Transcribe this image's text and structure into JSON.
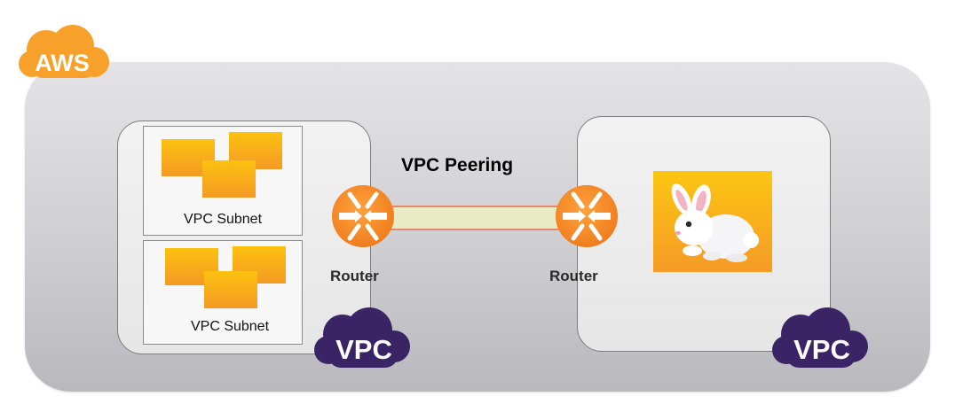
{
  "aws_badge": {
    "label": "AWS",
    "color": "#f7a12a"
  },
  "peering": {
    "label": "VPC Peering",
    "link_color": "#e9ebc7"
  },
  "left_vpc": {
    "badge": "VPC",
    "subnets": [
      {
        "label": "VPC Subnet"
      },
      {
        "label": "VPC Subnet"
      }
    ],
    "router": {
      "label": "Router"
    }
  },
  "right_vpc": {
    "badge": "VPC",
    "router": {
      "label": "Router"
    },
    "resource_icon": "rabbit-icon"
  },
  "colors": {
    "vpc_badge": "#3a2466",
    "orange": "#f48b29",
    "subnet_block": "#f6a623"
  }
}
